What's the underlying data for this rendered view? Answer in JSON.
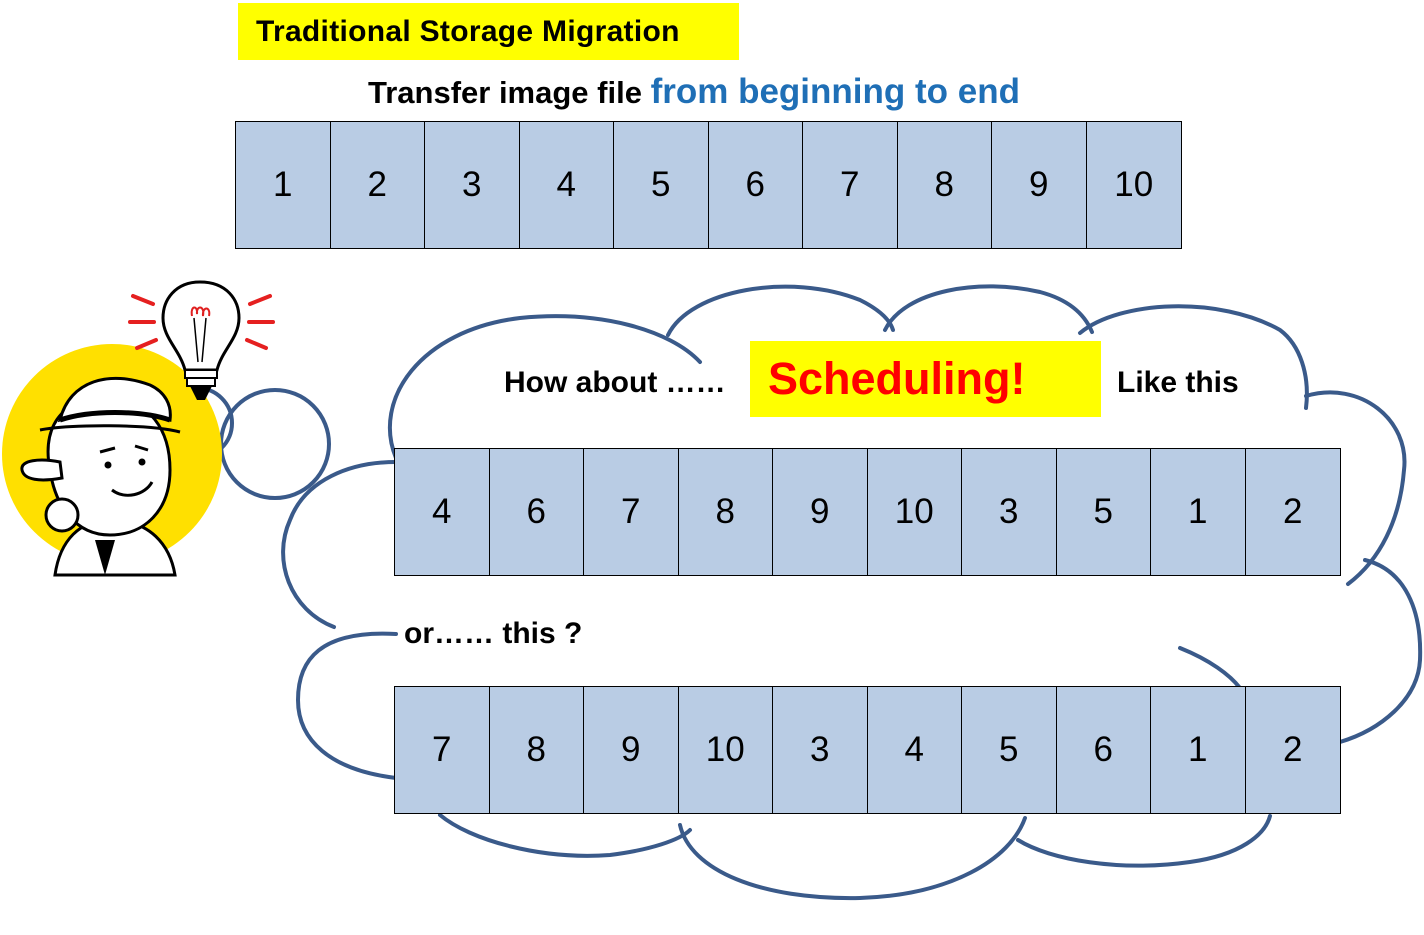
{
  "title": "Traditional Storage Migration",
  "subtitle": {
    "prefix": "Transfer image file ",
    "highlight": "from beginning to end"
  },
  "rows": {
    "traditional": [
      "1",
      "2",
      "3",
      "4",
      "5",
      "6",
      "7",
      "8",
      "9",
      "10"
    ],
    "option_a": [
      "4",
      "6",
      "7",
      "8",
      "9",
      "10",
      "3",
      "5",
      "1",
      "2"
    ],
    "option_b": [
      "7",
      "8",
      "9",
      "10",
      "3",
      "4",
      "5",
      "6",
      "1",
      "2"
    ]
  },
  "thought": {
    "how_about": "How about ……",
    "scheduling": "Scheduling!",
    "like_this": "Like this",
    "or_this": "or…… this ?"
  },
  "icons": [
    "thinking-man-icon",
    "light-bulb-icon"
  ],
  "colors": {
    "highlight_yellow": "#ffff00",
    "cell_fill": "#b9cce4",
    "cloud_stroke": "#3a5a8a",
    "blue_text": "#1f6fb6",
    "red_text": "#ff0000"
  }
}
